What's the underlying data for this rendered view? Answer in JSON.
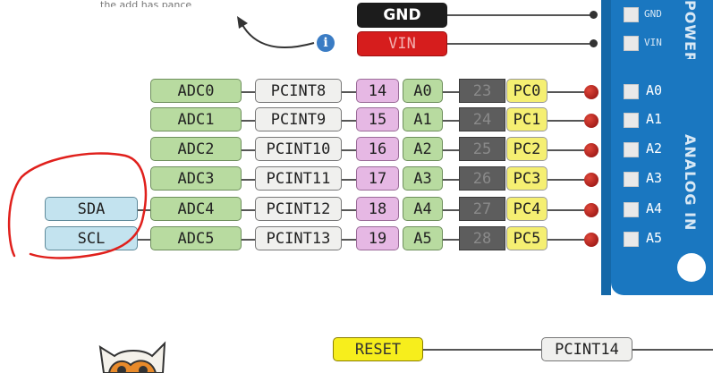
{
  "top_caption": "the add has pance",
  "power": {
    "gnd_label": "GND",
    "vin_label": "VIN",
    "board_gnd": "GND",
    "board_vin": "VIN",
    "header_title": "POWER"
  },
  "analog_rows": [
    {
      "i2c": "",
      "adc": "ADC0",
      "pcint": "PCINT8",
      "digital": "14",
      "analog": "A0",
      "physical": "23",
      "port": "PC0",
      "board": "A0"
    },
    {
      "i2c": "",
      "adc": "ADC1",
      "pcint": "PCINT9",
      "digital": "15",
      "analog": "A1",
      "physical": "24",
      "port": "PC1",
      "board": "A1"
    },
    {
      "i2c": "",
      "adc": "ADC2",
      "pcint": "PCINT10",
      "digital": "16",
      "analog": "A2",
      "physical": "25",
      "port": "PC2",
      "board": "A2"
    },
    {
      "i2c": "",
      "adc": "ADC3",
      "pcint": "PCINT11",
      "digital": "17",
      "analog": "A3",
      "physical": "26",
      "port": "PC3",
      "board": "A3"
    },
    {
      "i2c": "SDA",
      "adc": "ADC4",
      "pcint": "PCINT12",
      "digital": "18",
      "analog": "A4",
      "physical": "27",
      "port": "PC4",
      "board": "A4"
    },
    {
      "i2c": "SCL",
      "adc": "ADC5",
      "pcint": "PCINT13",
      "digital": "19",
      "analog": "A5",
      "physical": "28",
      "port": "PC5",
      "board": "A5"
    }
  ],
  "analog_header_title": "ANALOG IN",
  "reset": {
    "label": "RESET",
    "pcint": "PCINT14"
  },
  "info_icon": "info-icon",
  "colors": {
    "adc": "#b8dba0",
    "pcint": "#f0f0ee",
    "digital": "#e6b8e4",
    "physical": "#5d5d5d",
    "port": "#f5ef72",
    "i2c": "#c3e3ef",
    "gnd": "#1c1c1c",
    "vin": "#d61d1d",
    "reset": "#f7ee1c",
    "board": "#1a77c0",
    "annotation": "#e0201c"
  }
}
